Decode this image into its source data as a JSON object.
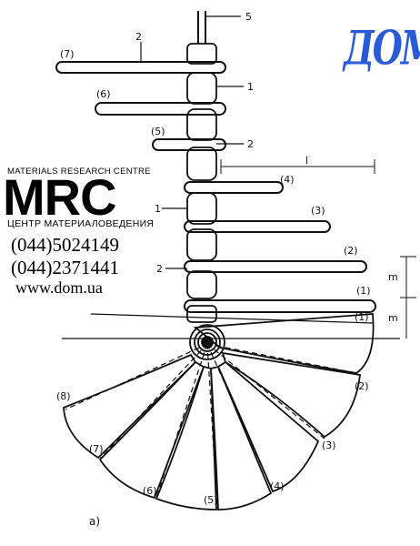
{
  "brand": {
    "logo_text": "ДОМ",
    "logo_color": "#2a5bd7"
  },
  "company": {
    "name_en": "MATERIALS RESEARCH CENTRE",
    "abbreviation": "MRC",
    "name_ru": "ЦЕНТР МАТЕРИАЛОВЕДЕНИЯ",
    "phones": [
      "(044)5024149",
      "(044)2371441"
    ],
    "website": "www.dom.ua"
  },
  "drawing": {
    "elevation_labels": {
      "pipe": "5",
      "step7": "(7)",
      "step6": "(6)",
      "step5": "(5)",
      "step4": "(4)",
      "step3": "(3)",
      "step2": "(2)",
      "step1": "(1)",
      "step1_plan": "(1)",
      "top_tread_2": "2",
      "spacer_1a": "1",
      "spacer_2": "2",
      "spacer_1b": "1",
      "spacer_2b": "2",
      "dim_l": "l",
      "dim_m_upper": "m",
      "dim_m_lower": "m"
    },
    "plan_labels": {
      "p2": "(2)",
      "p3": "(3)",
      "p4": "(4)",
      "p5": "(5)",
      "p6": "(6)",
      "p7": "(7)",
      "p8": "(8)"
    },
    "caption": "а)",
    "line_color": "#111111"
  }
}
